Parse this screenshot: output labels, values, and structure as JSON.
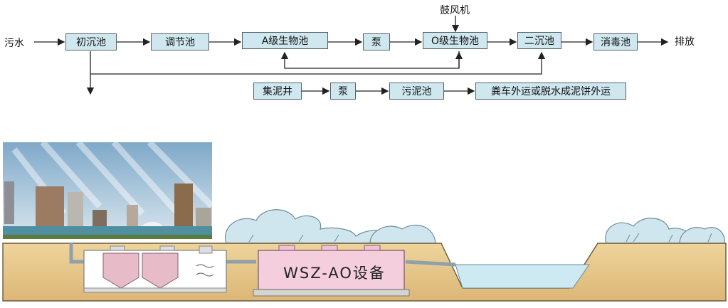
{
  "flow": {
    "input_label": "污水",
    "output_label": "排放",
    "blower_label": "鼓风机",
    "boxes": {
      "primary_settling": "初沉池",
      "equalization": "调节池",
      "a_bio": "A级生物池",
      "pump1": "泵",
      "o_bio": "O级生物池",
      "secondary_settling": "二沉池",
      "disinfection": "消毒池",
      "sludge_well": "集泥井",
      "pump2": "泵",
      "sludge_tank": "污泥池",
      "sludge_disposal": "粪车外运或脱水成泥饼外运"
    }
  },
  "illustration": {
    "equipment_label": "WSZ-AO设备"
  },
  "colors": {
    "box_fill": "#cfe7ef",
    "soil": "#e7c98d",
    "tank_pink": "#f3c8d8",
    "water": "#cde9f2"
  }
}
